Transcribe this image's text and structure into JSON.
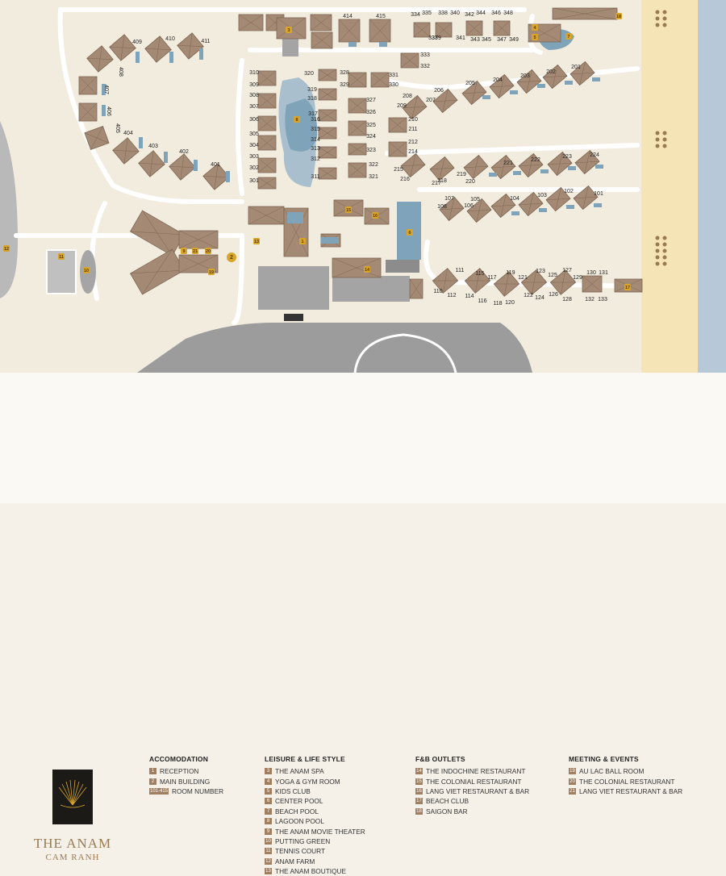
{
  "colors": {
    "ground": "#f2ecdf",
    "path": "#ffffff",
    "villa": "#a48a74",
    "villa_stroke": "#7e6752",
    "pool": "#7fa3b8",
    "lagoon": "#a9bfce",
    "road": "#9c9c9c",
    "sand": "#f4e4b6",
    "sea": "#b7c9d9",
    "badge": "#a07f61",
    "marker": "#d8a52a"
  },
  "map": {
    "rooms": [
      "110",
      "111",
      "112",
      "114",
      "115",
      "116",
      "117",
      "118",
      "119",
      "120",
      "121",
      "122",
      "123",
      "124",
      "125",
      "126",
      "127",
      "128",
      "129",
      "130",
      "131",
      "132",
      "133",
      "101",
      "102",
      "103",
      "104",
      "105",
      "106",
      "107",
      "108",
      "201",
      "202",
      "203",
      "204",
      "205",
      "206",
      "207",
      "208",
      "209",
      "210",
      "211",
      "212",
      "214",
      "215",
      "216",
      "217",
      "218",
      "219",
      "220",
      "221",
      "222",
      "223",
      "224",
      "301",
      "302",
      "303",
      "304",
      "305",
      "306",
      "307",
      "308",
      "309",
      "310",
      "311",
      "312",
      "313",
      "314",
      "315",
      "316",
      "317",
      "318",
      "319",
      "320",
      "321",
      "322",
      "323",
      "324",
      "325",
      "326",
      "327",
      "328",
      "329",
      "330",
      "331",
      "332",
      "333",
      "334",
      "335",
      "337",
      "338",
      "339",
      "340",
      "341",
      "342",
      "343",
      "344",
      "345",
      "346",
      "347",
      "348",
      "349",
      "401",
      "402",
      "403",
      "404",
      "405",
      "406",
      "407",
      "408",
      "409",
      "410",
      "411",
      "414",
      "415"
    ],
    "facility_markers": [
      "1",
      "2",
      "3",
      "4",
      "5",
      "6",
      "7",
      "8",
      "9",
      "10",
      "11",
      "12",
      "13",
      "14",
      "15",
      "16",
      "17",
      "18",
      "19",
      "20",
      "21"
    ]
  },
  "legend": {
    "logo": {
      "name": "THE ANAM",
      "sub": "CAM RANH"
    },
    "accommodation": {
      "title": "ACCOMODATION",
      "items": [
        {
          "badge": "1",
          "label": "RECEPTION"
        },
        {
          "badge": "2",
          "label": "MAIN BUILDING"
        },
        {
          "badge": "101-415",
          "label": "ROOM NUMBER"
        }
      ]
    },
    "leisure": {
      "title": "LEISURE & LIFE STYLE",
      "items": [
        {
          "badge": "3",
          "label": "THE ANAM SPA"
        },
        {
          "badge": "4",
          "label": "YOGA & GYM ROOM"
        },
        {
          "badge": "5",
          "label": "KIDS CLUB"
        },
        {
          "badge": "6",
          "label": "CENTER POOL"
        },
        {
          "badge": "7",
          "label": "BEACH POOL"
        },
        {
          "badge": "8",
          "label": "LAGOON POOL"
        },
        {
          "badge": "9",
          "label": "THE ANAM MOVIE THEATER"
        },
        {
          "badge": "10",
          "label": "PUTTING GREEN"
        },
        {
          "badge": "11",
          "label": "TENNIS COURT"
        },
        {
          "badge": "12",
          "label": "ANAM FARM"
        },
        {
          "badge": "13",
          "label": "THE ANAM BOUTIQUE"
        }
      ]
    },
    "fnb": {
      "title": "F&B OUTLETS",
      "items": [
        {
          "badge": "14",
          "label": "THE INDOCHINE RESTAURANT"
        },
        {
          "badge": "15",
          "label": "THE COLONIAL RESTAURANT"
        },
        {
          "badge": "16",
          "label": "LANG VIET RESTAURANT & BAR"
        },
        {
          "badge": "17",
          "label": "BEACH CLUB"
        },
        {
          "badge": "18",
          "label": "SAIGON BAR"
        }
      ]
    },
    "meeting": {
      "title": "MEETING & EVENTS",
      "items": [
        {
          "badge": "19",
          "label": "AU LAC BALL ROOM"
        },
        {
          "badge": "20",
          "label": "THE COLONIAL RESTAURANT"
        },
        {
          "badge": "21",
          "label": "LANG VIET RESTAURANT & BAR"
        }
      ]
    }
  }
}
